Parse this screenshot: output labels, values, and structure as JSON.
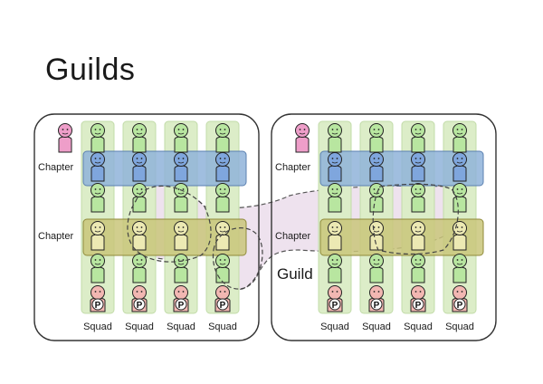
{
  "title": "Guilds",
  "tribes": [
    {
      "chapter_labels": [
        "Chapter",
        "Chapter"
      ],
      "squad_labels": [
        "Squad",
        "Squad",
        "Squad",
        "Squad"
      ]
    },
    {
      "chapter_labels": [
        "Chapter",
        "Chapter"
      ],
      "squad_labels": [
        "Squad",
        "Squad",
        "Squad",
        "Squad"
      ]
    }
  ],
  "guild_label": "Guild",
  "product_owner_badge": "P",
  "colors": {
    "squad_column": "#dcedc8",
    "chapter_blue": "#8fb3d9",
    "chapter_olive": "#c9c57a",
    "guild_area": "#e3cfe3",
    "person_green": "#b8e6a0",
    "person_blue": "#7fa6dd",
    "person_yellow": "#ece9b3",
    "person_pink": "#ee9ec9",
    "person_salmon": "#f2b7b2"
  },
  "icons": [
    "person-icon",
    "product-owner-badge-icon"
  ]
}
